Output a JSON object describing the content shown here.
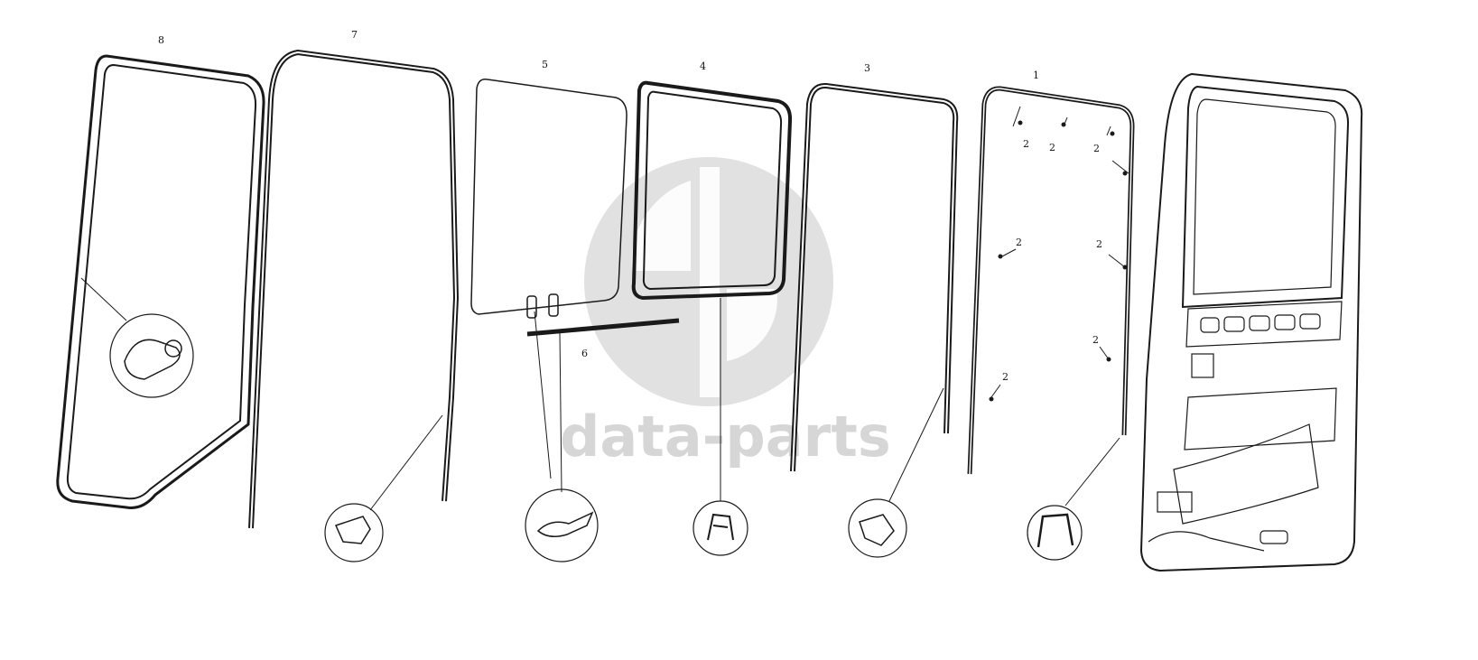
{
  "diagram": {
    "callouts": {
      "part_1": "1",
      "part_2": "2",
      "part_3": "3",
      "part_4": "4",
      "part_5": "5",
      "part_6": "6",
      "part_7": "7",
      "part_8": "8"
    },
    "watermark": "data-parts",
    "colors": {
      "line": "#1a1a1a",
      "watermark": "#d6d6d6",
      "background": "#ffffff"
    }
  }
}
